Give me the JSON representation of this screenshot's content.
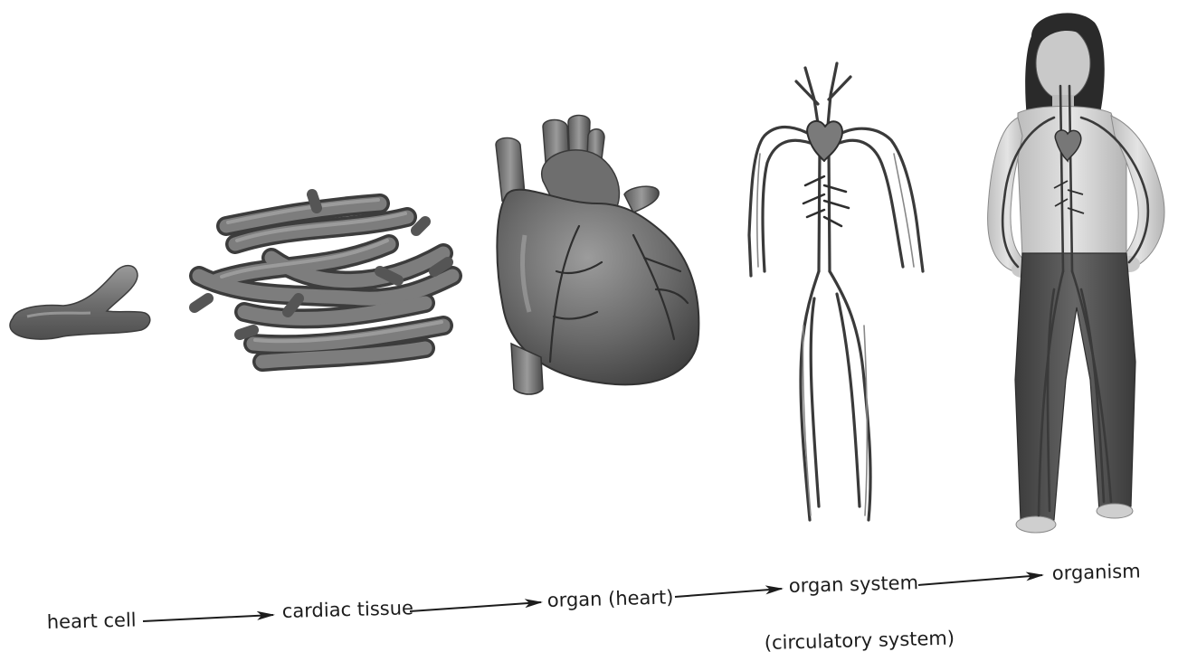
{
  "stages": [
    {
      "label": "heart cell"
    },
    {
      "label": "cardiac tissue"
    },
    {
      "label": "organ (heart)"
    },
    {
      "label": "organ system",
      "sublabel": "(circulatory system)"
    },
    {
      "label": "organism"
    }
  ],
  "colors": {
    "tissue": "#5f5f5f",
    "tissue_light": "#8a8a8a",
    "vessel": "#3a3a3a",
    "shirt": "#d8d8d8",
    "pants": "#4d4d4d",
    "skin": "#c9c9c9",
    "hair": "#2a2a2a",
    "text": "#1c1c1c"
  }
}
